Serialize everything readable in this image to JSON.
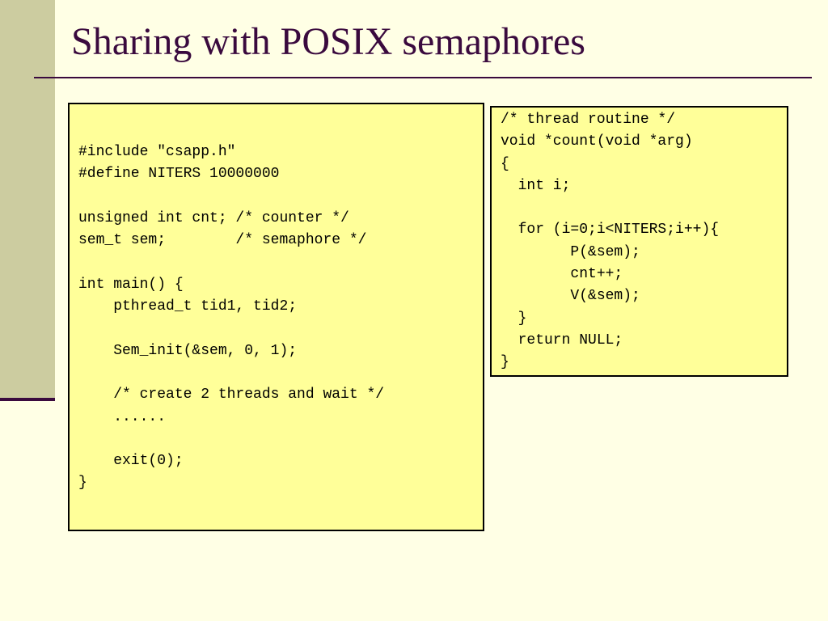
{
  "slide": {
    "title": "Sharing with POSIX semaphores"
  },
  "code_main": {
    "text": "#include \"csapp.h\"\n#define NITERS 10000000\n\nunsigned int cnt; /* counter */\nsem_t sem;        /* semaphore */\n\nint main() {\n    pthread_t tid1, tid2;\n\n    Sem_init(&sem, 0, 1);\n\n    /* create 2 threads and wait */\n    ......\n\n    exit(0);\n}"
  },
  "code_thread": {
    "text": "/* thread routine */\nvoid *count(void *arg)\n{\n  int i;\n\n  for (i=0;i<NITERS;i++){\n        P(&sem);\n        cnt++;\n        V(&sem);\n  }\n  return NULL;\n}"
  },
  "colors": {
    "background": "#FFFFE5",
    "left_band": "#CCCCA0",
    "title": "#3A0A3E",
    "code_box_fill": "#FFFF99",
    "code_box_border": "#000000"
  }
}
